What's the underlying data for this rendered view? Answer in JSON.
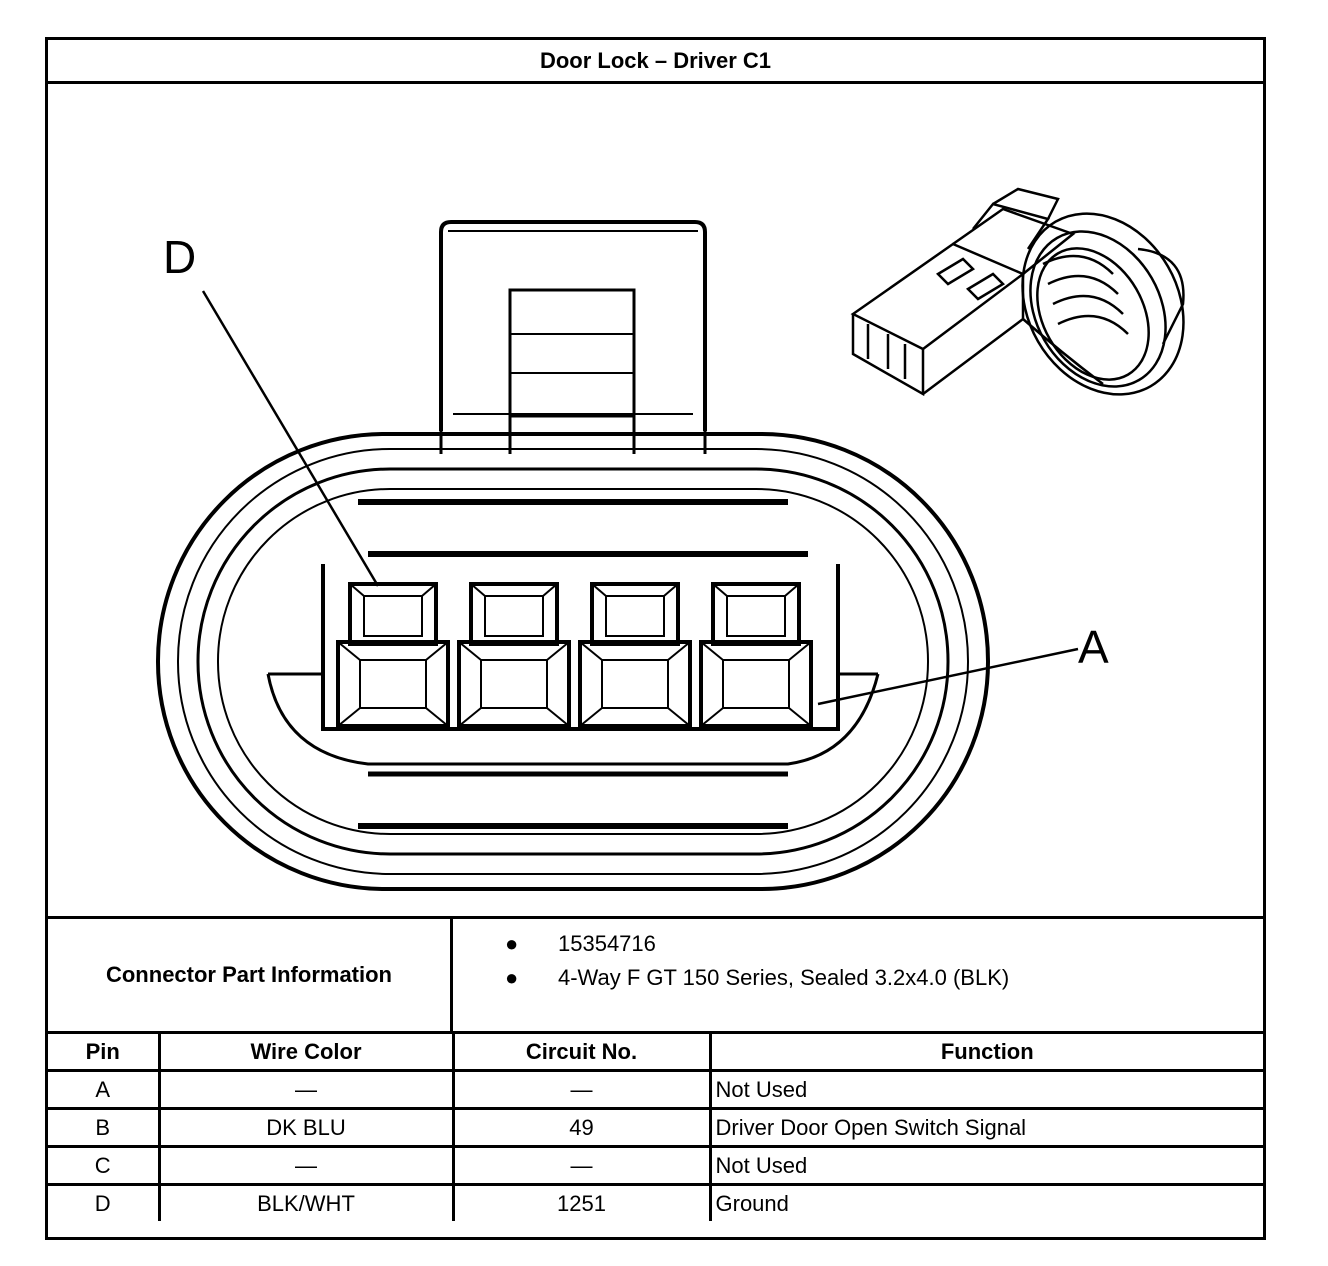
{
  "title": "Door Lock – Driver C1",
  "diagram": {
    "label_left": "D",
    "label_right": "A"
  },
  "connector_info": {
    "label": "Connector Part Information",
    "items": [
      "15354716",
      "4-Way F GT 150 Series, Sealed 3.2x4.0 (BLK)"
    ]
  },
  "pin_table": {
    "headers": [
      "Pin",
      "Wire Color",
      "Circuit No.",
      "Function"
    ],
    "rows": [
      {
        "pin": "A",
        "wire_color": "—",
        "circuit": "—",
        "function": "Not Used"
      },
      {
        "pin": "B",
        "wire_color": "DK BLU",
        "circuit": "49",
        "function": "Driver Door Open Switch Signal"
      },
      {
        "pin": "C",
        "wire_color": "—",
        "circuit": "—",
        "function": "Not Used"
      },
      {
        "pin": "D",
        "wire_color": "BLK/WHT",
        "circuit": "1251",
        "function": "Ground"
      }
    ]
  }
}
